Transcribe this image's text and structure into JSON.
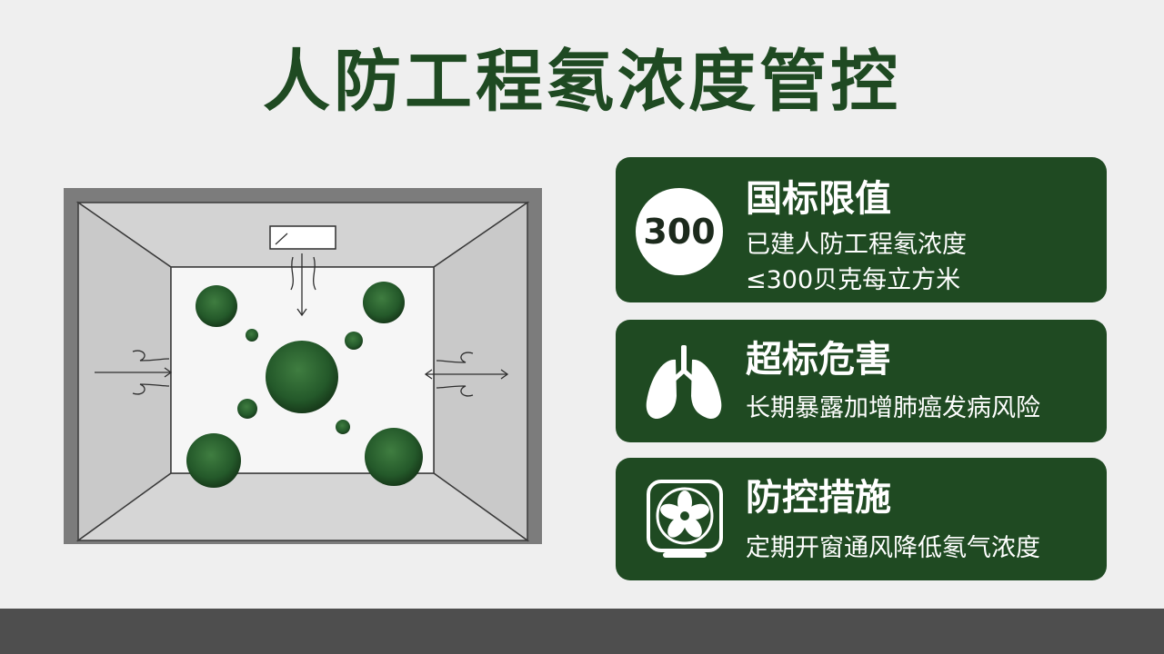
{
  "title": "人防工程氡浓度管控",
  "colors": {
    "primary": "#1f4a22",
    "background": "#efefef",
    "bottom_bar": "#4e4e4e",
    "particle": "#2f6a31"
  },
  "illustration": {
    "name": "room-radon-diagram",
    "icons": [
      "ceiling-vent-icon",
      "airflow-arrow-icon",
      "radon-particle-icon"
    ]
  },
  "cards": [
    {
      "icon": "badge-300",
      "badge_text": "300",
      "heading": "国标限值",
      "lines": [
        "已建人防工程氡浓度",
        "≤300贝克每立方米"
      ]
    },
    {
      "icon": "lungs-icon",
      "heading": "超标危害",
      "lines": [
        "长期暴露加增肺癌发病风险"
      ]
    },
    {
      "icon": "fan-icon",
      "heading": "防控措施",
      "lines": [
        "定期开窗通风降低氡气浓度"
      ]
    }
  ]
}
